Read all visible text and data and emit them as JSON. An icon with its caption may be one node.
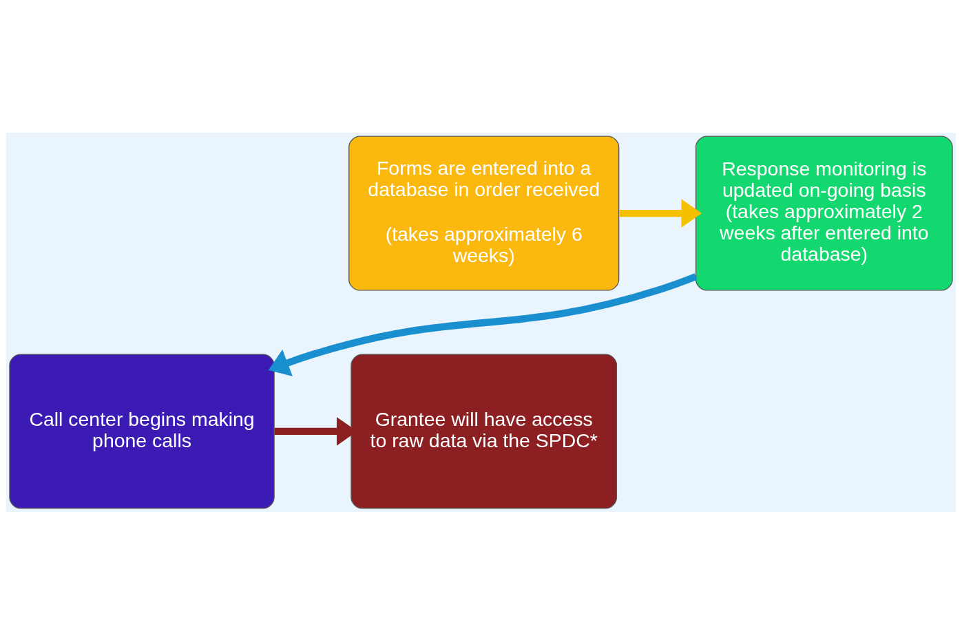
{
  "diagram": {
    "nodes": [
      {
        "text": [
          "Forms are entered into a database in order received",
          "(takes approximately 6 weeks)"
        ]
      },
      {
        "text": [
          "Response monitoring is updated on-going basis (takes approximately 2 weeks after entered into database)"
        ]
      },
      {
        "text": [
          "Call center begins making phone calls"
        ]
      },
      {
        "text": [
          "Grantee will have access to raw data via the SPDC*"
        ]
      }
    ],
    "edges": [
      {
        "from": 0,
        "to": 1,
        "arrow": "to",
        "color": "#f5c000"
      },
      {
        "from": 1,
        "to": 2,
        "arrow": "to",
        "color": "#1a8fd0"
      },
      {
        "from": 2,
        "to": 3,
        "arrow": "to",
        "color": "#8c1f22"
      }
    ]
  }
}
